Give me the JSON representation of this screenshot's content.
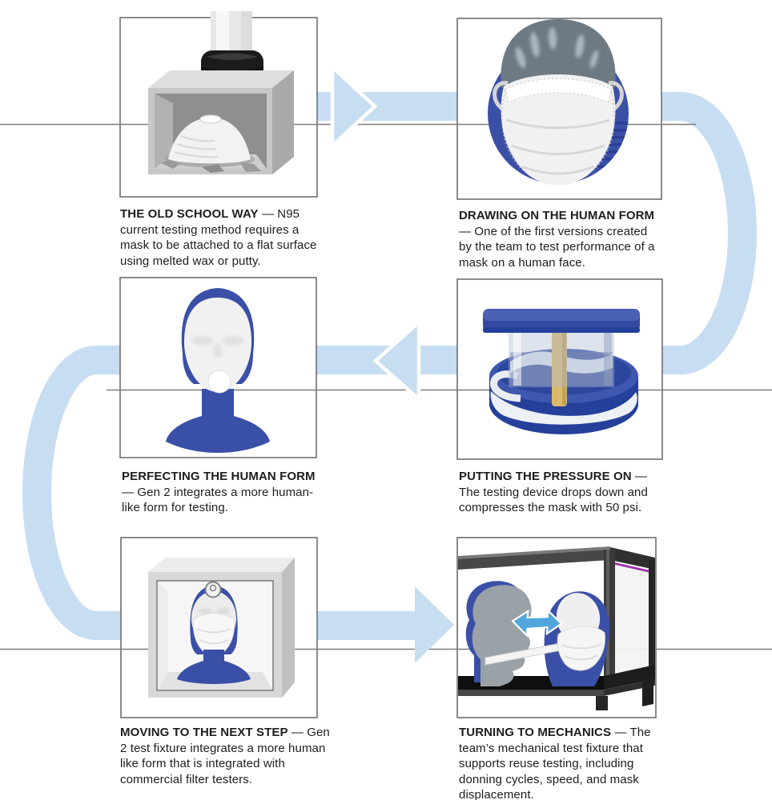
{
  "colors": {
    "flow_band": "#c7ddf2",
    "divider_line": "#7c7c7c",
    "panel_border": "#6e6e6e",
    "text": "#1d1d1d",
    "form_blue": "#3a50a7",
    "deep_blue": "#24409a",
    "slate_gray": "#6d7983",
    "mask_white": "#f4f4f4",
    "rod_tan": "#dcba6b",
    "arrow_cyan": "#51a7db"
  },
  "panels": [
    {
      "id": "old-school-way",
      "title": "THE OLD SCHOOL WAY",
      "body": "— N95 current testing method requires a mask to be attached to a flat surface using melted wax or putty."
    },
    {
      "id": "drawing-on-the-human-form",
      "title": "DRAWING ON THE HUMAN FORM",
      "body": "— One of the first versions created by the team to test performance of a mask on a human face."
    },
    {
      "id": "perfecting-the-human-form",
      "title": "PERFECTING THE HUMAN FORM",
      "body": "— Gen 2 integrates a more human-like form for testing."
    },
    {
      "id": "putting-the-pressure-on",
      "title": "PUTTING THE PRESSURE ON",
      "body": "— The testing device drops down and compresses the mask with 50 psi."
    },
    {
      "id": "moving-to-the-next-step",
      "title": "MOVING TO THE NEXT STEP",
      "body": "— Gen 2 test fixture integrates a more human like form that is integrated with commercial filter testers."
    },
    {
      "id": "turning-to-mechanics",
      "title": "TURNING TO MECHANICS",
      "body": "— The team’s mechanical test fixture that supports reuse testing, including donning cycles, speed, and mask displacement."
    }
  ]
}
